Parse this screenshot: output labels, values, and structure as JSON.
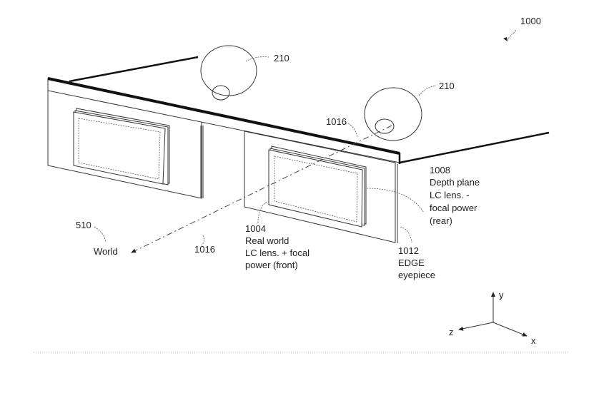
{
  "figure_number": "1000",
  "labels": {
    "eye_left": "210",
    "eye_right": "210",
    "ray_top": "1016",
    "ray_bottom": "1016",
    "world_ref": "510",
    "world": "World",
    "front_lens": [
      "1004",
      "Real world",
      "LC lens. + focal",
      "power (front)"
    ],
    "rear_lens": [
      "1008",
      "Depth plane",
      "LC lens. -",
      "focal power",
      "(rear)"
    ],
    "eyepiece": [
      "1012",
      "EDGE",
      "eyepiece"
    ]
  },
  "axes": {
    "y": "y",
    "z": "z",
    "x": "x"
  }
}
